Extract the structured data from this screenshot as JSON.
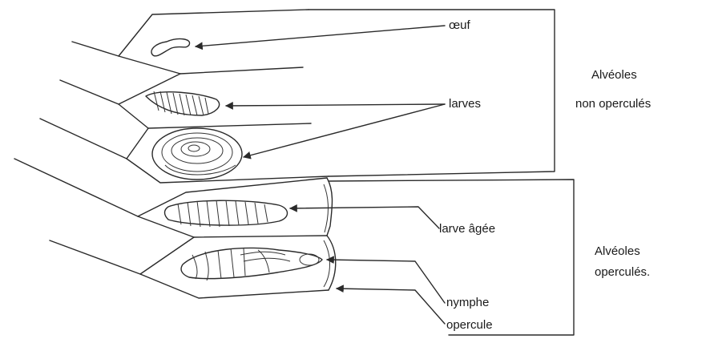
{
  "labels": {
    "oeuf": "œuf",
    "larves": "larves",
    "larve_agee": "larve âgée",
    "nymphe": "nymphe",
    "opercule": "opercule",
    "group_open_line1": "Alvéoles",
    "group_open_line2": "non operculés",
    "group_capped_line1": "Alvéoles",
    "group_capped_line2": "operculés."
  },
  "colors": {
    "ink": "#2a2a2a",
    "background": "#ffffff"
  }
}
